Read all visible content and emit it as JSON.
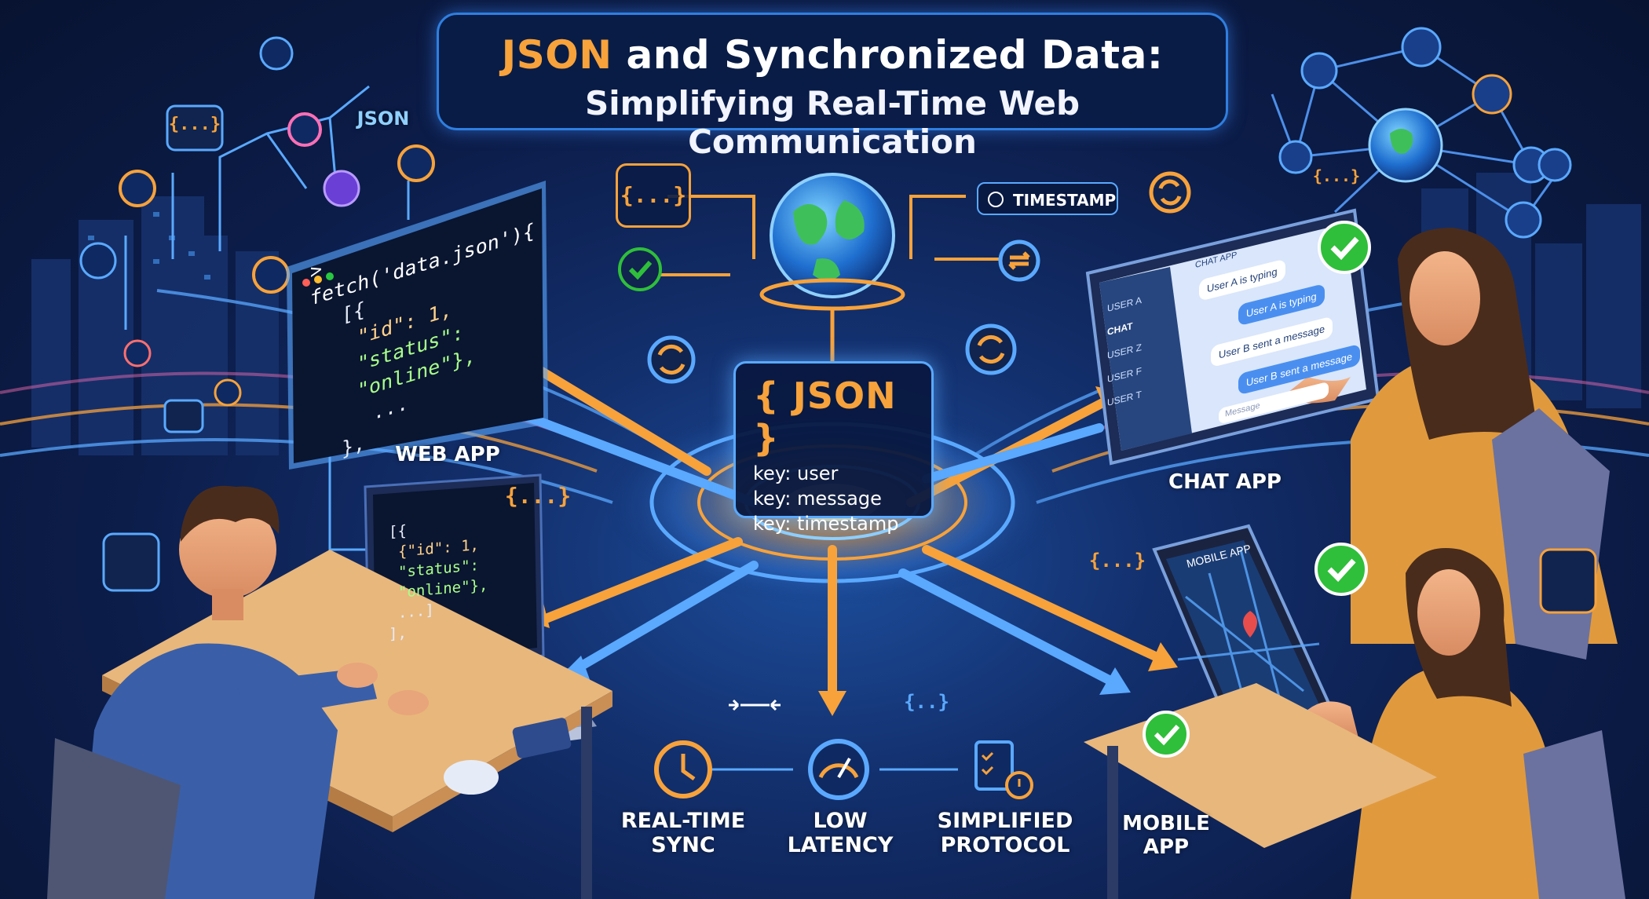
{
  "title": {
    "highlight": "JSON",
    "line1_rest": " and Synchronized Data:",
    "line2": "Simplifying Real-Time Web Communication"
  },
  "center_json": {
    "title": "{ JSON }",
    "keys": [
      {
        "prefix": "key:",
        "value": "user"
      },
      {
        "prefix": "key:",
        "value": "message"
      },
      {
        "prefix": "key:",
        "value": "timestamp"
      }
    ]
  },
  "code_monitor": {
    "lines": [
      "> fetch('data.json'){",
      "[{",
      "\"id\": 1,",
      "\"status\": \"online\"},",
      "...",
      "},"
    ]
  },
  "code_laptop": {
    "lines": [
      "[{",
      "{\"id\": 1,",
      "\"status\": \"online\"},",
      "...]",
      "],"
    ]
  },
  "labels": {
    "web_app": "WEB APP",
    "chat_app": "CHAT APP",
    "mobile_app_1": "MOBILE",
    "mobile_app_2": "APP",
    "json_tag": "JSON",
    "timestamp": "TIMESTAMP"
  },
  "features": [
    {
      "line1": "REAL-TIME",
      "line2": "SYNC",
      "icon": "clock-sync-icon"
    },
    {
      "line1": "LOW",
      "line2": "LATENCY",
      "icon": "gauge-icon"
    },
    {
      "line1": "SIMPLIFIED",
      "line2": "PROTOCOL",
      "icon": "checklist-icon"
    }
  ],
  "chat_screen": {
    "header": "CHAT APP",
    "sidebar": [
      "USER A",
      "CHAT",
      "USER Z",
      "USER F",
      "USER T"
    ],
    "messages": [
      {
        "text": "User A is typing",
        "style": "white"
      },
      {
        "text": "User A is typing",
        "style": "blue"
      },
      {
        "text": "User B sent a message",
        "style": "white"
      },
      {
        "text": "User B sent a message",
        "style": "blue"
      }
    ],
    "input_placeholder": "Message"
  },
  "mobile_screen": {
    "header": "MOBILE APP"
  },
  "braces_glyph": "{...}",
  "braces_small": "{..}",
  "colors": {
    "accent_orange": "#f7a23b",
    "glow_blue": "#5aa9ff",
    "success_green": "#2fbf3a",
    "background": "#0c1d4a"
  }
}
